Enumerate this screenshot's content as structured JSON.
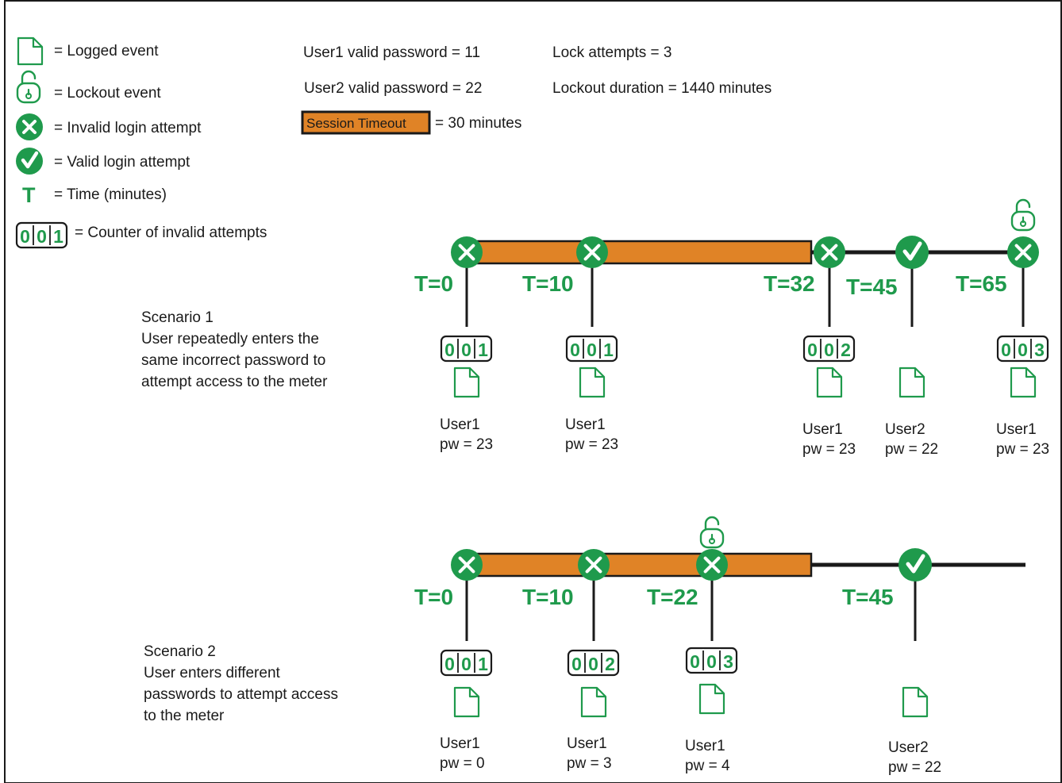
{
  "colors": {
    "green": "#1f9a4c",
    "orange": "#e08326",
    "line": "#1a1a1a",
    "frame": "#1a1a1a"
  },
  "legend": {
    "items": [
      {
        "icon": "document-icon",
        "label": "= Logged event"
      },
      {
        "icon": "lock-icon",
        "label": "= Lockout event"
      },
      {
        "icon": "invalid-icon",
        "label": "= Invalid login attempt"
      },
      {
        "icon": "valid-icon",
        "label": "= Valid login attempt"
      },
      {
        "icon": "time-icon",
        "glyph": "T",
        "label": "= Time (minutes)"
      },
      {
        "icon": "counter-icon",
        "digits": "001",
        "label": "= Counter of invalid attempts"
      }
    ]
  },
  "settings": {
    "user1_password": "User1 valid password = 11",
    "user2_password": "User2 valid password = 22",
    "session_timeout_label": "Session Timeout",
    "session_timeout_value": "= 30 minutes",
    "lock_attempts": "Lock attempts = 3",
    "lockout_duration": "Lockout duration = 1440 minutes"
  },
  "scenarios": [
    {
      "title": "Scenario 1",
      "description": [
        "User repeatedly enters the",
        "same incorrect password to",
        "attempt access to the meter"
      ],
      "events": [
        {
          "time": "T=0",
          "type": "invalid",
          "counter": "001",
          "user": "User1",
          "pw": "pw = 23",
          "lockout": false
        },
        {
          "time": "T=10",
          "type": "invalid",
          "counter": "001",
          "user": "User1",
          "pw": "pw = 23",
          "lockout": false
        },
        {
          "time": "T=32",
          "type": "invalid",
          "counter": "002",
          "user": "User1",
          "pw": "pw = 23",
          "lockout": false
        },
        {
          "time": "T=45",
          "type": "valid",
          "counter": "",
          "user": "User2",
          "pw": "pw = 22",
          "lockout": false
        },
        {
          "time": "T=65",
          "type": "invalid",
          "counter": "003",
          "user": "User1",
          "pw": "pw = 23",
          "lockout": true
        }
      ]
    },
    {
      "title": "Scenario 2",
      "description": [
        "User enters different",
        "passwords to attempt access",
        "to the meter"
      ],
      "events": [
        {
          "time": "T=0",
          "type": "invalid",
          "counter": "001",
          "user": "User1",
          "pw": "pw = 0",
          "lockout": false
        },
        {
          "time": "T=10",
          "type": "invalid",
          "counter": "002",
          "user": "User1",
          "pw": "pw = 3",
          "lockout": false
        },
        {
          "time": "T=22",
          "type": "invalid",
          "counter": "003",
          "user": "User1",
          "pw": "pw = 4",
          "lockout": true
        },
        {
          "time": "T=45",
          "type": "valid",
          "counter": "",
          "user": "User2",
          "pw": "pw = 22",
          "lockout": false
        }
      ]
    }
  ]
}
